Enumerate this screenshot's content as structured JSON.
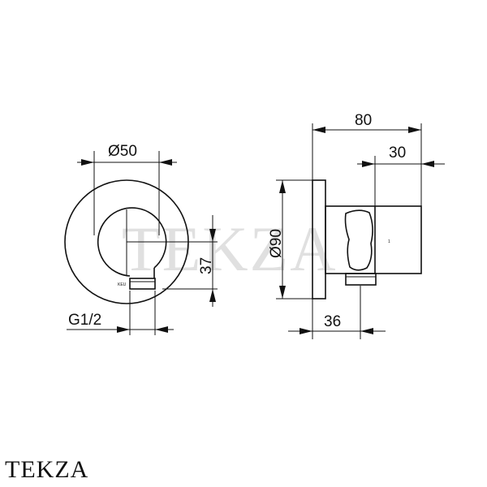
{
  "dimensions": {
    "d50": "Ø50",
    "d37": "37",
    "g12": "G1/2",
    "d80": "80",
    "d30": "30",
    "d90": "Ø90",
    "d36": "36"
  },
  "small_label": "KEU",
  "side_mark": "1",
  "watermark": "TEKZA",
  "brand": "TEKZA"
}
